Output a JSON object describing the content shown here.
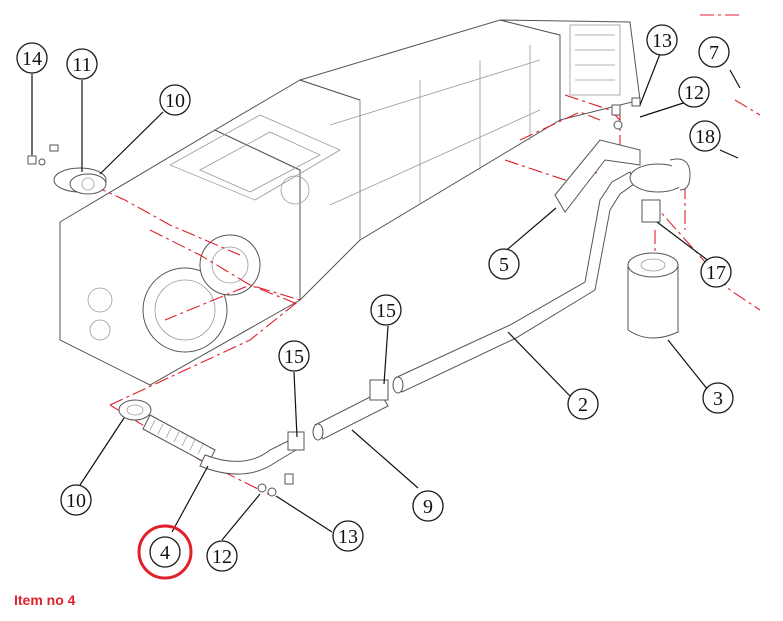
{
  "diagram": {
    "callouts": [
      {
        "id": "c14a",
        "label": "14"
      },
      {
        "id": "c11",
        "label": "11"
      },
      {
        "id": "c10a",
        "label": "10"
      },
      {
        "id": "c13a",
        "label": "13"
      },
      {
        "id": "c7",
        "label": "7"
      },
      {
        "id": "c12a",
        "label": "12"
      },
      {
        "id": "c18",
        "label": "18"
      },
      {
        "id": "c5",
        "label": "5"
      },
      {
        "id": "c17",
        "label": "17"
      },
      {
        "id": "c15a",
        "label": "15"
      },
      {
        "id": "c15b",
        "label": "15"
      },
      {
        "id": "c2",
        "label": "2"
      },
      {
        "id": "c3",
        "label": "3"
      },
      {
        "id": "c10b",
        "label": "10"
      },
      {
        "id": "c9",
        "label": "9"
      },
      {
        "id": "c4",
        "label": "4"
      },
      {
        "id": "c12b",
        "label": "12"
      },
      {
        "id": "c13b",
        "label": "13"
      }
    ],
    "highlighted_item": "4",
    "highlight_color": "#e0202a"
  },
  "caption": "Item no 4"
}
